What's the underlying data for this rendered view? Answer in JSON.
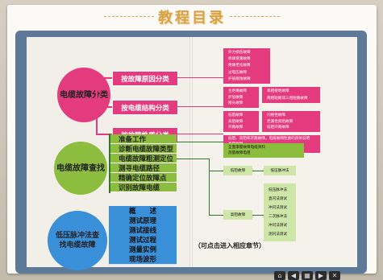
{
  "title": "教程目录",
  "hint": "（可点击进入相应章节）",
  "colors": {
    "pink": "#e43b7e",
    "green": "#8dbd3e",
    "blue": "#3a8fd9",
    "cover": "#5e7898",
    "title": "#d8a24a"
  },
  "sections": {
    "classification": {
      "circle": "电缆故障分类",
      "items": [
        {
          "label": "按故障原因分类"
        },
        {
          "label": "按电缆结构分类"
        },
        {
          "label": "按故障性质分类"
        }
      ],
      "cause_list": [
        "外力损伤故障",
        "绝缘受潮故障",
        "绝缘老化故障",
        "过电压故障",
        "护层腐蚀故障"
      ],
      "structure_list": [
        "主绝缘故障",
        "护层故障",
        "接头故障"
      ],
      "structure_sub": [
        "单相接地故障",
        "两相短路或三相短路故障"
      ],
      "nature_list": [
        "低阻故障",
        "高阻故障",
        "开路故障"
      ],
      "nature_sub": [
        "闪络性故障",
        "泄漏性高阻故障",
        "低阻开路故障"
      ],
      "nature_note": [
        "低阻、高阻和开路故障，电缆故障性质的具体说明",
        "高阻故障",
        "开路故障"
      ]
    },
    "finding": {
      "circle": "电缆故障查找",
      "items": [
        {
          "label": "准备工作"
        },
        {
          "label": "诊断电缆故障类型"
        },
        {
          "label": "电缆故障粗测定位"
        },
        {
          "label": "测寻电缆路径"
        },
        {
          "label": "精确定位故障点"
        },
        {
          "label": "识别故障电缆"
        }
      ],
      "prep_note": [
        "全面掌握故障电缆资料",
        "测量故障电阻"
      ],
      "low_fault": "低阻故障",
      "low_method": "低压脉冲法",
      "high_fault": "高阻故障",
      "high_methods": [
        "低压脉冲法",
        "直闪法测试",
        "冲闪法测试",
        "二次脉冲法",
        "冲闪法测试",
        "测闪法测试"
      ]
    },
    "instrument": {
      "circle": "低压脉冲法查找电缆故障",
      "items": [
        {
          "label": "概　　述"
        },
        {
          "label": "测试原理"
        },
        {
          "label": "测试接线"
        },
        {
          "label": "测试过程"
        },
        {
          "label": "测量实例"
        },
        {
          "label": "现场波形"
        }
      ]
    }
  },
  "taskbar": [
    "home-icon",
    "prev-icon",
    "grid-icon",
    "next-icon",
    "exit-icon"
  ]
}
